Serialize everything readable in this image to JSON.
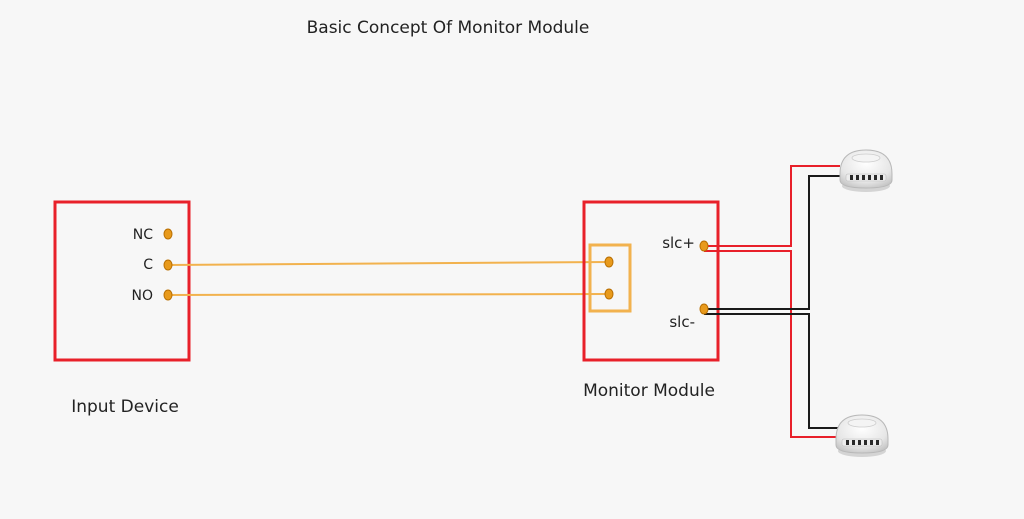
{
  "title": "Basic Concept Of Monitor Module",
  "input_device": {
    "caption": "Input Device",
    "terminals": [
      "NC",
      "C",
      "NO"
    ]
  },
  "monitor_module": {
    "caption": "Monitor Module",
    "slc_plus": "slc+",
    "slc_minus": "slc-"
  },
  "detectors": [
    "smoke-detector",
    "smoke-detector"
  ],
  "colors": {
    "box_border": "#e8202a",
    "terminal": "#e89a1c",
    "signal_wire": "#f2b24e",
    "wire_positive": "#e8202a",
    "wire_negative": "#1a1a1a",
    "background": "#f7f7f7"
  }
}
